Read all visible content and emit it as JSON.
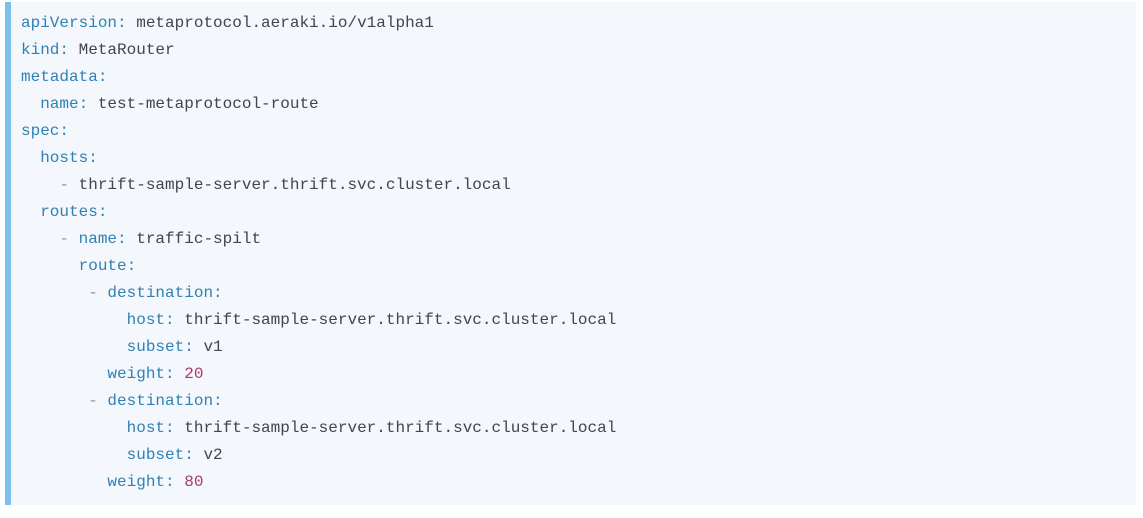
{
  "colors": {
    "page_background": "#ffffff",
    "block_background": "#f4f7fb",
    "accent_bar": "#7cc0ee",
    "key_color": "#2f81b5",
    "value_color": "#3e464f",
    "number_color": "#a73a6e",
    "dash_color": "#8d99a6"
  },
  "code_block": {
    "language": "yaml",
    "lines": [
      [
        [
          "key",
          "apiVersion:"
        ],
        [
          "plain",
          " metaprotocol.aeraki.io/v1alpha1"
        ]
      ],
      [
        [
          "key",
          "kind:"
        ],
        [
          "plain",
          " MetaRouter"
        ]
      ],
      [
        [
          "key",
          "metadata:"
        ]
      ],
      [
        [
          "plain",
          "  "
        ],
        [
          "key",
          "name:"
        ],
        [
          "plain",
          " test-metaprotocol-route"
        ]
      ],
      [
        [
          "key",
          "spec:"
        ]
      ],
      [
        [
          "plain",
          "  "
        ],
        [
          "key",
          "hosts:"
        ]
      ],
      [
        [
          "plain",
          "    "
        ],
        [
          "punct",
          "- "
        ],
        [
          "plain",
          "thrift-sample-server.thrift.svc.cluster.local"
        ]
      ],
      [
        [
          "plain",
          "  "
        ],
        [
          "key",
          "routes:"
        ]
      ],
      [
        [
          "plain",
          "    "
        ],
        [
          "punct",
          "- "
        ],
        [
          "key",
          "name:"
        ],
        [
          "plain",
          " traffic-spilt"
        ]
      ],
      [
        [
          "plain",
          "      "
        ],
        [
          "key",
          "route:"
        ]
      ],
      [
        [
          "plain",
          "       "
        ],
        [
          "punct",
          "- "
        ],
        [
          "key",
          "destination:"
        ]
      ],
      [
        [
          "plain",
          "           "
        ],
        [
          "key",
          "host:"
        ],
        [
          "plain",
          " thrift-sample-server.thrift.svc.cluster.local"
        ]
      ],
      [
        [
          "plain",
          "           "
        ],
        [
          "key",
          "subset:"
        ],
        [
          "plain",
          " v1"
        ]
      ],
      [
        [
          "plain",
          "         "
        ],
        [
          "key",
          "weight:"
        ],
        [
          "plain",
          " "
        ],
        [
          "num",
          "20"
        ]
      ],
      [
        [
          "plain",
          "       "
        ],
        [
          "punct",
          "- "
        ],
        [
          "key",
          "destination:"
        ]
      ],
      [
        [
          "plain",
          "           "
        ],
        [
          "key",
          "host:"
        ],
        [
          "plain",
          " thrift-sample-server.thrift.svc.cluster.local"
        ]
      ],
      [
        [
          "plain",
          "           "
        ],
        [
          "key",
          "subset:"
        ],
        [
          "plain",
          " v2"
        ]
      ],
      [
        [
          "plain",
          "         "
        ],
        [
          "key",
          "weight:"
        ],
        [
          "plain",
          " "
        ],
        [
          "num",
          "80"
        ]
      ]
    ]
  }
}
